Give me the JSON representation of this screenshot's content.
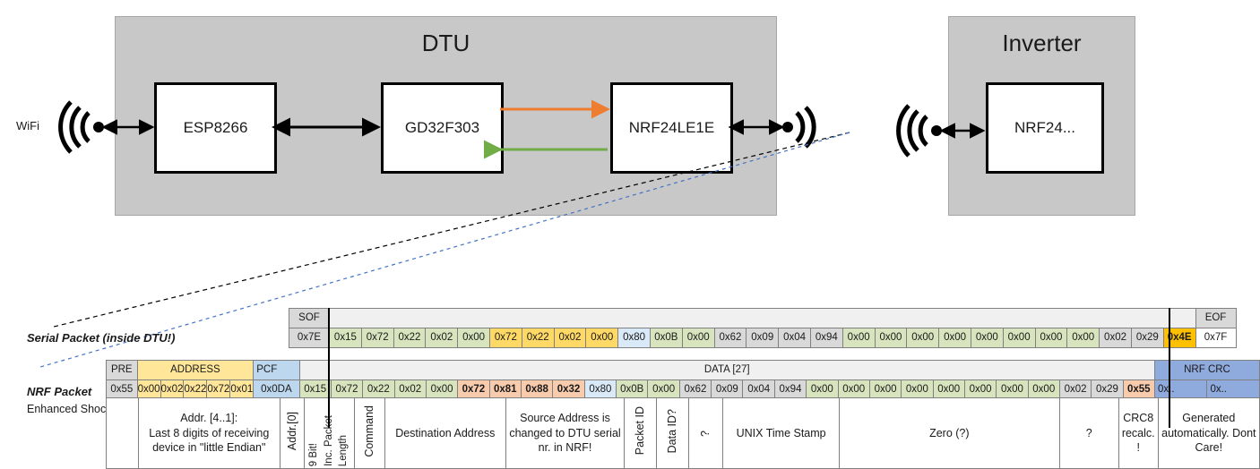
{
  "block_diagram": {
    "dtu_title": "DTU",
    "inverter_title": "Inverter",
    "wifi_label": "WiFi",
    "chips": {
      "esp": "ESP8266",
      "mcu": "GD32F303",
      "nrf_dtu": "NRF24LE1E",
      "nrf_inv": "NRF24..."
    },
    "arrow_colors": {
      "tx": "#ED7D31",
      "rx": "#70AD47",
      "bus": "#000000"
    },
    "enclosure_color": "#c8c8c8"
  },
  "packets": {
    "serial_label": "Serial Packet (inside DTU!)",
    "nrf_label": "NRF Packet",
    "nrf_sublabel": "Enhanced Shockburst",
    "serial": {
      "sof_header": "SOF",
      "sof_value": "0x7E",
      "eof_header": "EOF",
      "eof_value": "0x7F",
      "bytes": [
        {
          "v": "0x15",
          "c": "green"
        },
        {
          "v": "0x72",
          "c": "green"
        },
        {
          "v": "0x22",
          "c": "green"
        },
        {
          "v": "0x02",
          "c": "green"
        },
        {
          "v": "0x00",
          "c": "green"
        },
        {
          "v": "0x72",
          "c": "amber"
        },
        {
          "v": "0x22",
          "c": "amber"
        },
        {
          "v": "0x02",
          "c": "amber"
        },
        {
          "v": "0x00",
          "c": "amber"
        },
        {
          "v": "0x80",
          "c": "blue"
        },
        {
          "v": "0x0B",
          "c": "green"
        },
        {
          "v": "0x00",
          "c": "green"
        },
        {
          "v": "0x62",
          "c": "grey"
        },
        {
          "v": "0x09",
          "c": "grey"
        },
        {
          "v": "0x04",
          "c": "grey"
        },
        {
          "v": "0x94",
          "c": "grey"
        },
        {
          "v": "0x00",
          "c": "green"
        },
        {
          "v": "0x00",
          "c": "green"
        },
        {
          "v": "0x00",
          "c": "green"
        },
        {
          "v": "0x00",
          "c": "green"
        },
        {
          "v": "0x00",
          "c": "green"
        },
        {
          "v": "0x00",
          "c": "green"
        },
        {
          "v": "0x00",
          "c": "green"
        },
        {
          "v": "0x00",
          "c": "green"
        },
        {
          "v": "0x02",
          "c": "grey"
        },
        {
          "v": "0x29",
          "c": "grey"
        },
        {
          "v": "0x4E",
          "c": "yellow"
        }
      ]
    },
    "nrf": {
      "headers": {
        "pre": "PRE",
        "address": "ADDRESS",
        "pcf": "PCF",
        "data": "DATA [27]",
        "crc": "NRF CRC"
      },
      "pre_value": "0x55",
      "address_values": [
        "0x00",
        "0x02",
        "0x22",
        "0x72",
        "0x01"
      ],
      "pcf_value": "0x0DA",
      "crc_values": [
        "0x..",
        "0x.."
      ],
      "bytes": [
        {
          "v": "0x15",
          "c": "green"
        },
        {
          "v": "0x72",
          "c": "green"
        },
        {
          "v": "0x22",
          "c": "green"
        },
        {
          "v": "0x02",
          "c": "green"
        },
        {
          "v": "0x00",
          "c": "green"
        },
        {
          "v": "0x72",
          "c": "salmon"
        },
        {
          "v": "0x81",
          "c": "salmon"
        },
        {
          "v": "0x88",
          "c": "salmon"
        },
        {
          "v": "0x32",
          "c": "salmon"
        },
        {
          "v": "0x80",
          "c": "blue"
        },
        {
          "v": "0x0B",
          "c": "green"
        },
        {
          "v": "0x00",
          "c": "green"
        },
        {
          "v": "0x62",
          "c": "grey"
        },
        {
          "v": "0x09",
          "c": "grey"
        },
        {
          "v": "0x04",
          "c": "grey"
        },
        {
          "v": "0x94",
          "c": "grey"
        },
        {
          "v": "0x00",
          "c": "green"
        },
        {
          "v": "0x00",
          "c": "green"
        },
        {
          "v": "0x00",
          "c": "green"
        },
        {
          "v": "0x00",
          "c": "green"
        },
        {
          "v": "0x00",
          "c": "green"
        },
        {
          "v": "0x00",
          "c": "green"
        },
        {
          "v": "0x00",
          "c": "green"
        },
        {
          "v": "0x00",
          "c": "green"
        },
        {
          "v": "0x02",
          "c": "grey"
        },
        {
          "v": "0x29",
          "c": "grey"
        },
        {
          "v": "0x55",
          "c": "salmon"
        }
      ]
    },
    "descriptions": {
      "address_note": "Addr. [4..1]:\nLast 8 digits of receiving device in \"little Endian\"",
      "addr0": "Addr.[0]",
      "pcf_a": "9 Bit!",
      "pcf_b": "Inc. Packet",
      "pcf_c": "Length",
      "command": "Command",
      "destination": "Destination Address",
      "source_note": "Source Address is changed to DTU serial nr. in NRF!",
      "packet_id": "Packet ID",
      "data_id": "Data ID?",
      "unknown_1": "?",
      "unix_time": "UNIX Time Stamp",
      "zero": "Zero (?)",
      "unknown_2": "?",
      "crc8": "CRC8 recalc. !",
      "nrf_crc_note": "Generated automatically. Dont Care!"
    },
    "colors": {
      "green": "#d7e4bd",
      "amber": "#ffd966",
      "yellow": "#ffc000",
      "blue": "#dae9f8",
      "salmon": "#f8cbad",
      "grey": "#d9d9d9",
      "crc_blue": "#8faadc",
      "address_yellow": "#ffe699",
      "pcf_blue": "#bdd7ee"
    }
  }
}
